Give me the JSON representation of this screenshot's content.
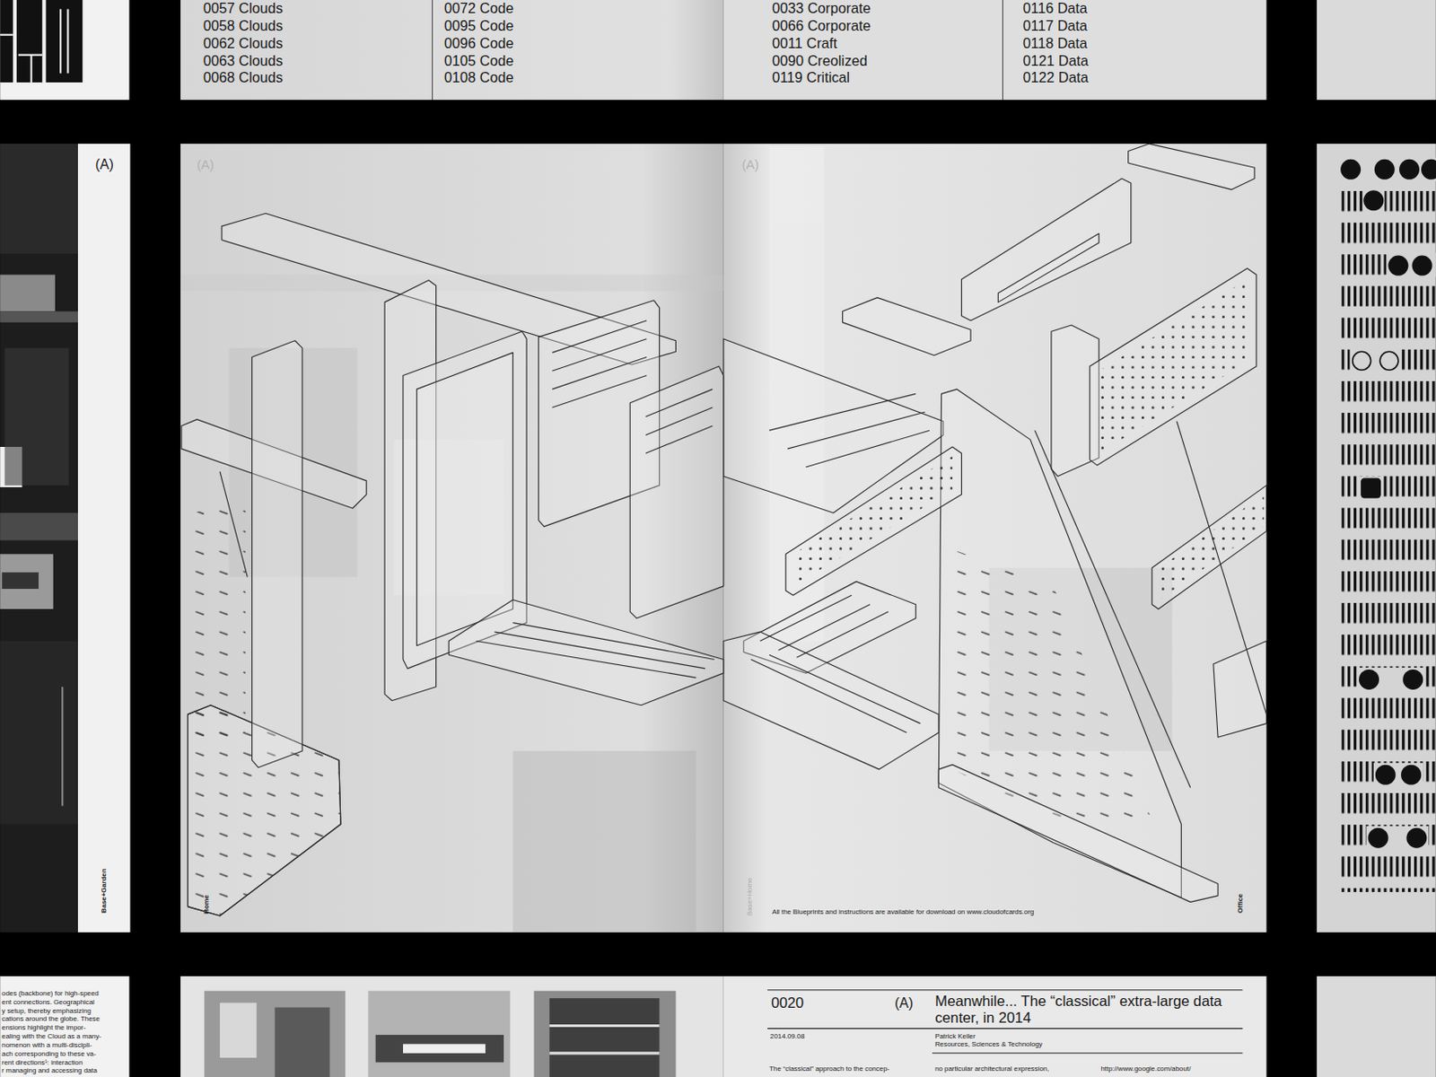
{
  "diagram": {
    "labels": [
      "0057 Clouds",
      "0058 Clouds",
      "0062 Clouds",
      "0063 Clouds",
      "0068 Clouds",
      "0072 Code",
      "0095 Code",
      "0096 Code",
      "0105 Code",
      "0108 Code",
      "0033 Corporate",
      "0066 Corporate",
      "0011 Craft",
      "0090 Creolized",
      "0119 Critical",
      "0116 Data",
      "0117 Data",
      "0118 Data",
      "0121 Data",
      "0122 Data",
      "(A)",
      "Base+Garden",
      "(A)",
      "(A)",
      "Home",
      "Base+Home",
      "All the Blueprints and instructions are available for download on www.cloudofcards.org",
      "Office",
      "0020",
      "(A)",
      "Meanwhile... The “classical” extra-large data center, in 2014",
      "2014.09.08",
      "Patrick Keller",
      "Resources, Sciences & Technology",
      "The “classical” approach to the concep-",
      "no particular architectural expression,",
      "http://www.google.com/about/",
      "odes (backbone) for high-speed",
      "ent connections. Geographical",
      "y setup, thereby emphasizing",
      "cations around the globe. These",
      "ensions highlight the impor-",
      "ealing with the Cloud as a many-",
      "nomenon with a multi-discipli-",
      "ach corresponding to these va-",
      "rent directions¹: interaction",
      "r managing and accessing data"
    ]
  }
}
